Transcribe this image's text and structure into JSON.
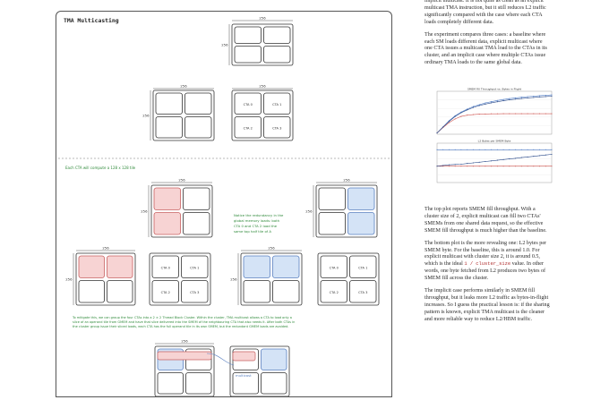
{
  "diagram": {
    "title": "TMA Multicasting",
    "dims": {
      "full": "256",
      "half": "128"
    },
    "cta_labels": [
      "CTA 0",
      "CTA 1",
      "CTA 2",
      "CTA 3"
    ],
    "note_each_cta": "Each CTA will compute a 128 x 128 tile",
    "note_redundancy": [
      "Notice the redundancy in the",
      "global memory loads: both",
      "CTA 0 and CTA 2 load the",
      "same top half tile of A"
    ],
    "note_mitigate": [
      "To mitigate this, we can group the four CTAs into a 2 × 2 Thread Block Cluster. Within the cluster, TMA multicast allows a CTA to load only a",
      "slice of an operand tile from GMEM and have that slice delivered into the SMEM of the neighbouring CTA that also needs it. After both CTAs in",
      "the cluster group issue their sliced loads, each CTA has the full operand tile in its own SMEM, but the redundant GMEM loads are avoided."
    ],
    "multicast_label": "multicast",
    "colors": {
      "red_fill": "#f7d3d3",
      "red_stroke": "#c86060",
      "blue_fill": "#d4e3f6",
      "blue_stroke": "#5a80c0",
      "green_text": "#2f8a3a",
      "ink": "#333333"
    }
  },
  "text": {
    "p0": [
      "implicit multicast. It is not quite as clean as an explicit",
      "multicast TMA instruction, but it still reduces L2 traffic",
      "significantly compared with the case where each CTA",
      "loads completely different data."
    ],
    "p1": [
      "The experiment compares three cases: a baseline where",
      "each SM loads different data, explicit multicast where",
      "one CTA issues a multicast TMA load to the CTAs in its",
      "cluster, and an implicit case where multiple CTAs issue",
      "ordinary TMA loads to the same global data."
    ],
    "p2": [
      "The top plot reports SMEM fill throughput. With a",
      "cluster size of 2, explicit multicast can fill two CTAs'",
      "SMEMs from one shared data request, so the effective",
      "SMEM fill throughput is much higher than the baseline."
    ],
    "p3_lines": [
      "The bottom plot is the more revealing one: L2 bytes per",
      "SMEM byte. For the baseline, this is around 1.0. For",
      "explicit multicast with cluster size 2, it is around 0.5,"
    ],
    "p3_pre": "which is the ideal ",
    "p3_code": "1 / cluster_size",
    "p3_post": " value. In other",
    "p3_tail": [
      "words, one byte fetched from L2 produces two bytes of",
      "SMEM fill across the cluster."
    ],
    "p4": [
      "The implicit case performs similarly in SMEM fill",
      "throughput, but it leaks more L2 traffic as bytes-in-flight",
      "increases. So I guess the practical lesson is: if the sharing",
      "pattern is known, explicit TMA multicast is the cleaner",
      "and more reliable way to reduce L2/HBM traffic."
    ]
  },
  "chart_data": [
    {
      "type": "line",
      "title": "SMEM Fill Throughput vs. Bytes in Flight",
      "x": [
        1,
        2,
        3,
        4,
        5,
        6,
        7,
        8,
        9,
        10,
        11,
        12,
        13,
        14,
        15,
        16,
        17,
        18,
        19,
        20
      ],
      "series": [
        {
          "values": [
            1,
            6,
            11,
            15,
            18,
            20.5,
            22.5,
            24,
            25.5,
            26.5,
            27.5,
            28.3,
            29,
            29.6,
            30.1,
            30.6,
            31,
            31.4,
            31.7,
            32
          ]
        },
        {
          "values": [
            1,
            5.5,
            9.5,
            12.5,
            14.5,
            15.5,
            16,
            16.3,
            16.5,
            16.6,
            16.6,
            16.7,
            16.7,
            16.7,
            16.7,
            16.7,
            16.7,
            16.7,
            16.7,
            16.7
          ]
        },
        {
          "values": [
            1,
            5.8,
            10.5,
            14.5,
            17.5,
            19.8,
            21.8,
            23.3,
            24.6,
            25.6,
            26.5,
            27.3,
            28,
            28.6,
            29.1,
            29.6,
            30,
            30.4,
            30.7,
            31
          ]
        }
      ],
      "ylim": [
        0,
        35
      ]
    },
    {
      "type": "line",
      "title": "L2 Bytes per SMEM Byte",
      "x": [
        1,
        2,
        3,
        4,
        5,
        6,
        7,
        8,
        9,
        10,
        11,
        12,
        13,
        14,
        15,
        16,
        17,
        18,
        19,
        20
      ],
      "series": [
        {
          "values": [
            1,
            1,
            1,
            1,
            1,
            1,
            1,
            1,
            1,
            1,
            1,
            1,
            1,
            1,
            1,
            1,
            1,
            1,
            1,
            1
          ]
        },
        {
          "values": [
            0.5,
            0.5,
            0.5,
            0.5,
            0.5,
            0.5,
            0.5,
            0.5,
            0.5,
            0.5,
            0.5,
            0.5,
            0.5,
            0.5,
            0.5,
            0.5,
            0.5,
            0.5,
            0.5,
            0.5
          ]
        },
        {
          "values": [
            0.5,
            0.52,
            0.54,
            0.55,
            0.56,
            0.58,
            0.6,
            0.62,
            0.64,
            0.66,
            0.68,
            0.7,
            0.72,
            0.74,
            0.76,
            0.78,
            0.8,
            0.82,
            0.84,
            0.86
          ]
        }
      ],
      "ylim": [
        0,
        1.2
      ]
    }
  ]
}
